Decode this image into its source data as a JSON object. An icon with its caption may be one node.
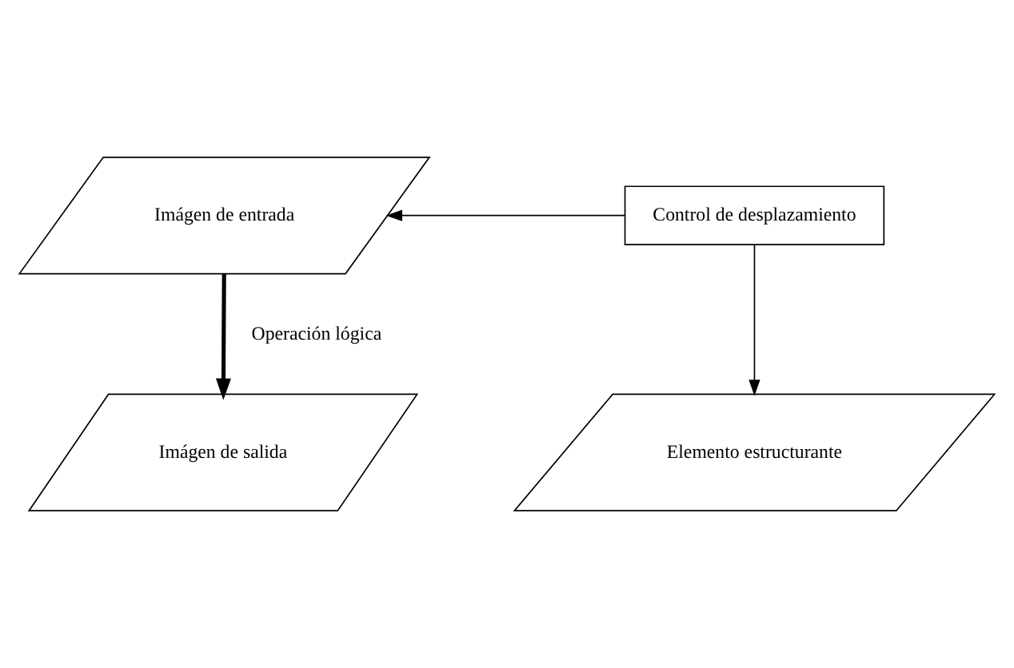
{
  "diagram": {
    "nodes": [
      {
        "text": [
          "Imágen de entrada"
        ]
      },
      {
        "text": [
          "Control de desplazamiento"
        ]
      },
      {
        "text": [
          "Imágen de salida"
        ]
      },
      {
        "text": [
          "Elemento estructurante"
        ]
      }
    ],
    "edges": [
      {
        "from": 1,
        "to": 0,
        "arrow": "to"
      },
      {
        "from": 0,
        "to": 2,
        "arrow": "to",
        "label": "Operación lógica",
        "style": "thick"
      },
      {
        "from": 1,
        "to": 3,
        "arrow": "to"
      }
    ]
  }
}
